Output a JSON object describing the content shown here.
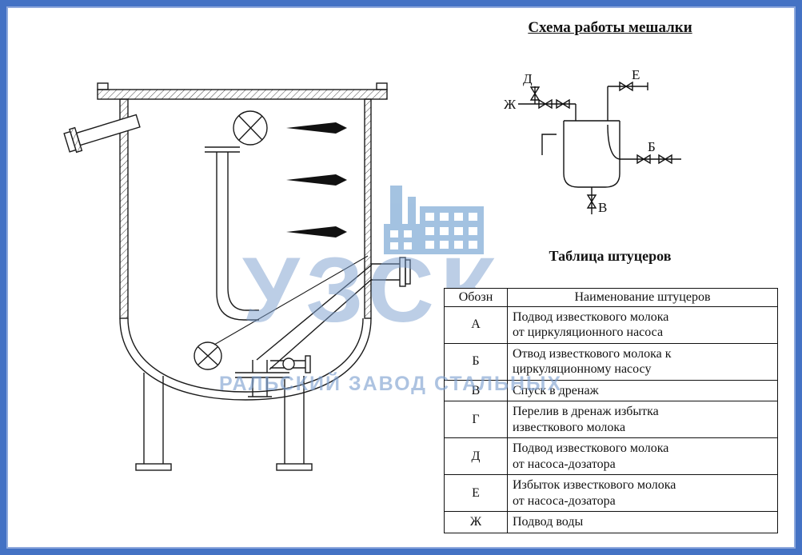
{
  "page": {
    "background": "#ffffff",
    "border_color": "#4472c4"
  },
  "schematic": {
    "title": "Схема работы мешалки",
    "labels": {
      "d": "Д",
      "zh": "Ж",
      "e": "Е",
      "b": "Б",
      "v": "В"
    }
  },
  "fittings_table": {
    "title": "Таблица штуцеров",
    "col_code": "Обозн",
    "col_name": "Наименование штуцеров",
    "rows": [
      {
        "code": "А",
        "line1": "Подвод известкового молока",
        "line2": "от циркуляционного насоса"
      },
      {
        "code": "Б",
        "line1": "Отвод известкового молока к",
        "line2": "циркуляционному насосу"
      },
      {
        "code": "В",
        "line1": "Спуск в дренаж",
        "line2": ""
      },
      {
        "code": "Г",
        "line1": "Перелив в дренаж избытка",
        "line2": "известкового молока"
      },
      {
        "code": "Д",
        "line1": "Подвод известкового молока",
        "line2": "от насоса-дозатора"
      },
      {
        "code": "Е",
        "line1": "Избыток известкового молока",
        "line2": "от насоса-дозатора"
      },
      {
        "code": "Ж",
        "line1": "Подвод воды",
        "line2": ""
      }
    ]
  },
  "watermark": {
    "logo_text": "УЗСК",
    "band_text": "РАЛЬСКИЙ ЗАВОД СТАЛЬНЫХ",
    "color": "#94b8dc"
  }
}
